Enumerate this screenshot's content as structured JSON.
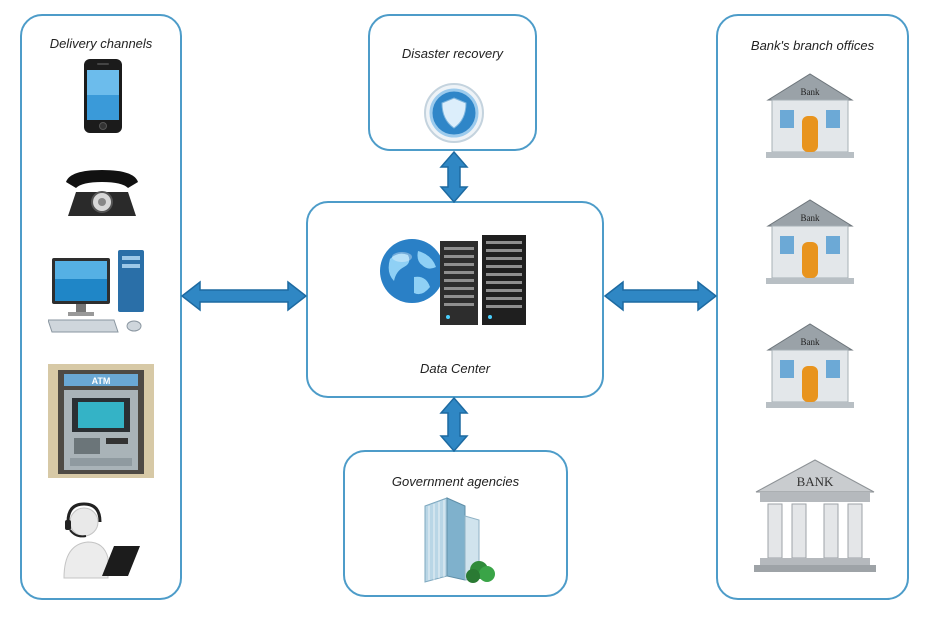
{
  "delivery": {
    "title": "Delivery channels",
    "icons": [
      "smartphone-icon",
      "telephone-icon",
      "desktop-computer-icon",
      "atm-icon",
      "call-center-agent-icon"
    ]
  },
  "disaster": {
    "title": "Disaster recovery",
    "icon": "shield-icon"
  },
  "datacenter": {
    "title": "Data Center",
    "icons": [
      "globe-icon",
      "server-rack-icon"
    ]
  },
  "government": {
    "title": "Government agencies",
    "icon": "office-building-icon"
  },
  "branches": {
    "title": "Bank's branch offices",
    "small_bank_label": "Bank",
    "large_bank_label": "BANK"
  },
  "atm_label": "ATM",
  "colors": {
    "border": "#4d9cc9",
    "arrow": "#2f87c4",
    "arrow_dark": "#1d6aa1"
  }
}
